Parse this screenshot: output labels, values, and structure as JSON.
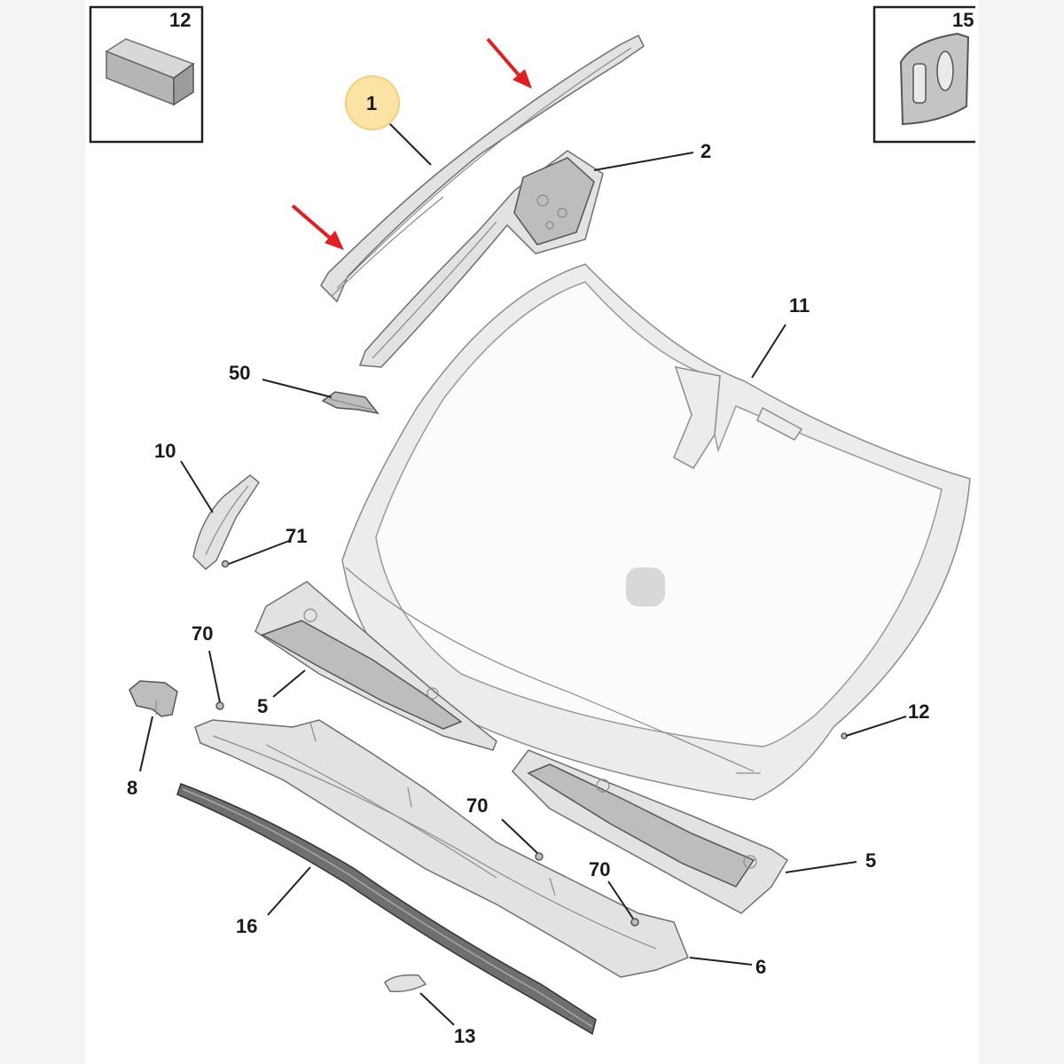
{
  "callouts": {
    "c1": "1",
    "c2": "2",
    "c11": "11",
    "c50": "50",
    "c10": "10",
    "c71": "71",
    "c70a": "70",
    "c5a": "5",
    "c8": "8",
    "c16": "16",
    "c70b": "70",
    "c70c": "70",
    "c5b": "5",
    "c6": "6",
    "c12": "12",
    "c13": "13",
    "inset_left": "12",
    "inset_right": "15"
  },
  "colors": {
    "highlight_badge": "#fbe3a6",
    "arrows": "#e02020"
  },
  "highlighted_part": "1"
}
